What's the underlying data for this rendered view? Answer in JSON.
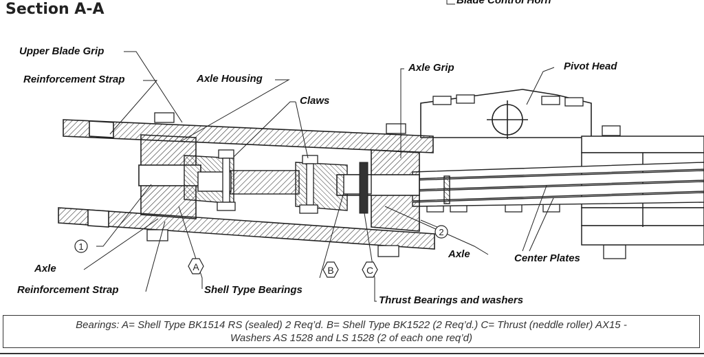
{
  "title": "Section A-A",
  "labels": {
    "blade_control_horn": "Blade Control Horn",
    "upper_blade_grip": "Upper Blade Grip",
    "reinforcement_strap_top": "Reinforcement Strap",
    "axle_housing": "Axle Housing",
    "claws": "Claws",
    "axle_grip": "Axle Grip",
    "pivot_head": "Pivot Head",
    "axle_left": "Axle",
    "reinforcement_strap_bottom": "Reinforcement Strap",
    "shell_type_bearings": "Shell Type Bearings",
    "thrust_bearings": "Thrust Bearings and washers",
    "axle_right": "Axle",
    "center_plates": "Center Plates"
  },
  "markers": {
    "circle_1": "1",
    "circle_2": "2",
    "hex_a": "A",
    "hex_b": "B",
    "hex_c": "C"
  },
  "caption": {
    "line1": "Bearings: A= Shell Type BK1514 RS (sealed) 2 Req’d. B= Shell Type BK1522 (2 Req’d.) C= Thrust (neddle roller) AX15 -",
    "line2": "Washers AS 1528 and LS 1528 (2 of each one req’d)"
  }
}
